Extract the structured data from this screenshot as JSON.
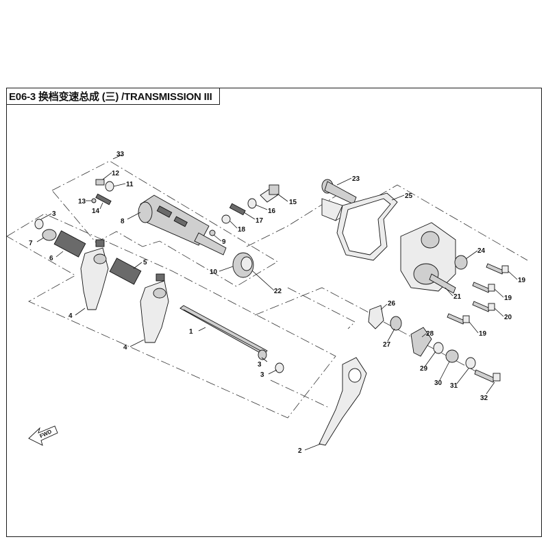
{
  "header": {
    "title": "E06-3  换档变速总成 (三) /TRANSMISSION III"
  },
  "fwd_label": "FWD",
  "callouts": [
    {
      "id": "c1",
      "label": "1"
    },
    {
      "id": "c2",
      "label": "2"
    },
    {
      "id": "c3a",
      "label": "3"
    },
    {
      "id": "c3b",
      "label": "3"
    },
    {
      "id": "c3c",
      "label": "3"
    },
    {
      "id": "c4a",
      "label": "4"
    },
    {
      "id": "c4b",
      "label": "4"
    },
    {
      "id": "c5",
      "label": "5"
    },
    {
      "id": "c6",
      "label": "6"
    },
    {
      "id": "c7",
      "label": "7"
    },
    {
      "id": "c8",
      "label": "8"
    },
    {
      "id": "c9",
      "label": "9"
    },
    {
      "id": "c10",
      "label": "10"
    },
    {
      "id": "c11",
      "label": "11"
    },
    {
      "id": "c12",
      "label": "12"
    },
    {
      "id": "c13",
      "label": "13"
    },
    {
      "id": "c14",
      "label": "14"
    },
    {
      "id": "c15",
      "label": "15"
    },
    {
      "id": "c16",
      "label": "16"
    },
    {
      "id": "c17",
      "label": "17"
    },
    {
      "id": "c18",
      "label": "18"
    },
    {
      "id": "c19a",
      "label": "19"
    },
    {
      "id": "c19b",
      "label": "19"
    },
    {
      "id": "c19c",
      "label": "19"
    },
    {
      "id": "c20",
      "label": "20"
    },
    {
      "id": "c21",
      "label": "21"
    },
    {
      "id": "c22",
      "label": "22"
    },
    {
      "id": "c23",
      "label": "23"
    },
    {
      "id": "c24",
      "label": "24"
    },
    {
      "id": "c25",
      "label": "25"
    },
    {
      "id": "c26",
      "label": "26"
    },
    {
      "id": "c27",
      "label": "27"
    },
    {
      "id": "c28",
      "label": "28"
    },
    {
      "id": "c29",
      "label": "29"
    },
    {
      "id": "c30",
      "label": "30"
    },
    {
      "id": "c31",
      "label": "31"
    },
    {
      "id": "c32",
      "label": "32"
    },
    {
      "id": "c33",
      "label": "33"
    }
  ]
}
